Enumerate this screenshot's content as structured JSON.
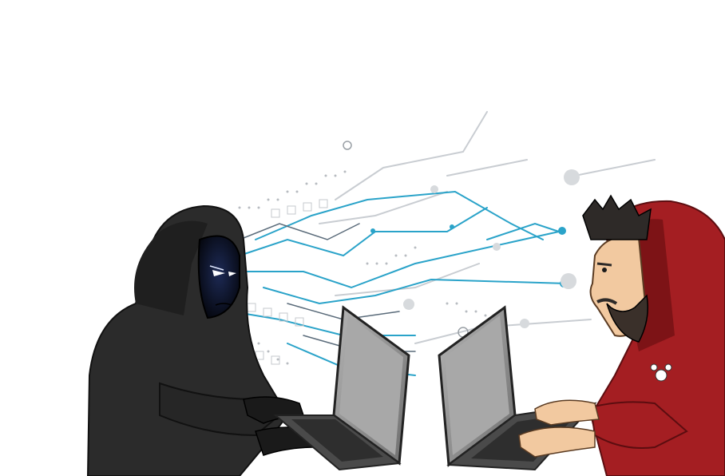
{
  "scene": {
    "description_tags": [
      "black-hat-hacker",
      "red-hoodie-hacker",
      "two-laptops",
      "circuit-network"
    ],
    "colors": {
      "background": "#ffffff",
      "circuit_blue": "#2aa3c9",
      "circuit_gray": "#9aa0a6",
      "black_hoodie": "#2b2b2b",
      "red_hoodie": "#a41e22",
      "skin": "#f2c9a0",
      "laptop_body": "#4a4a4a",
      "laptop_screen": "#8c8c8c"
    }
  }
}
